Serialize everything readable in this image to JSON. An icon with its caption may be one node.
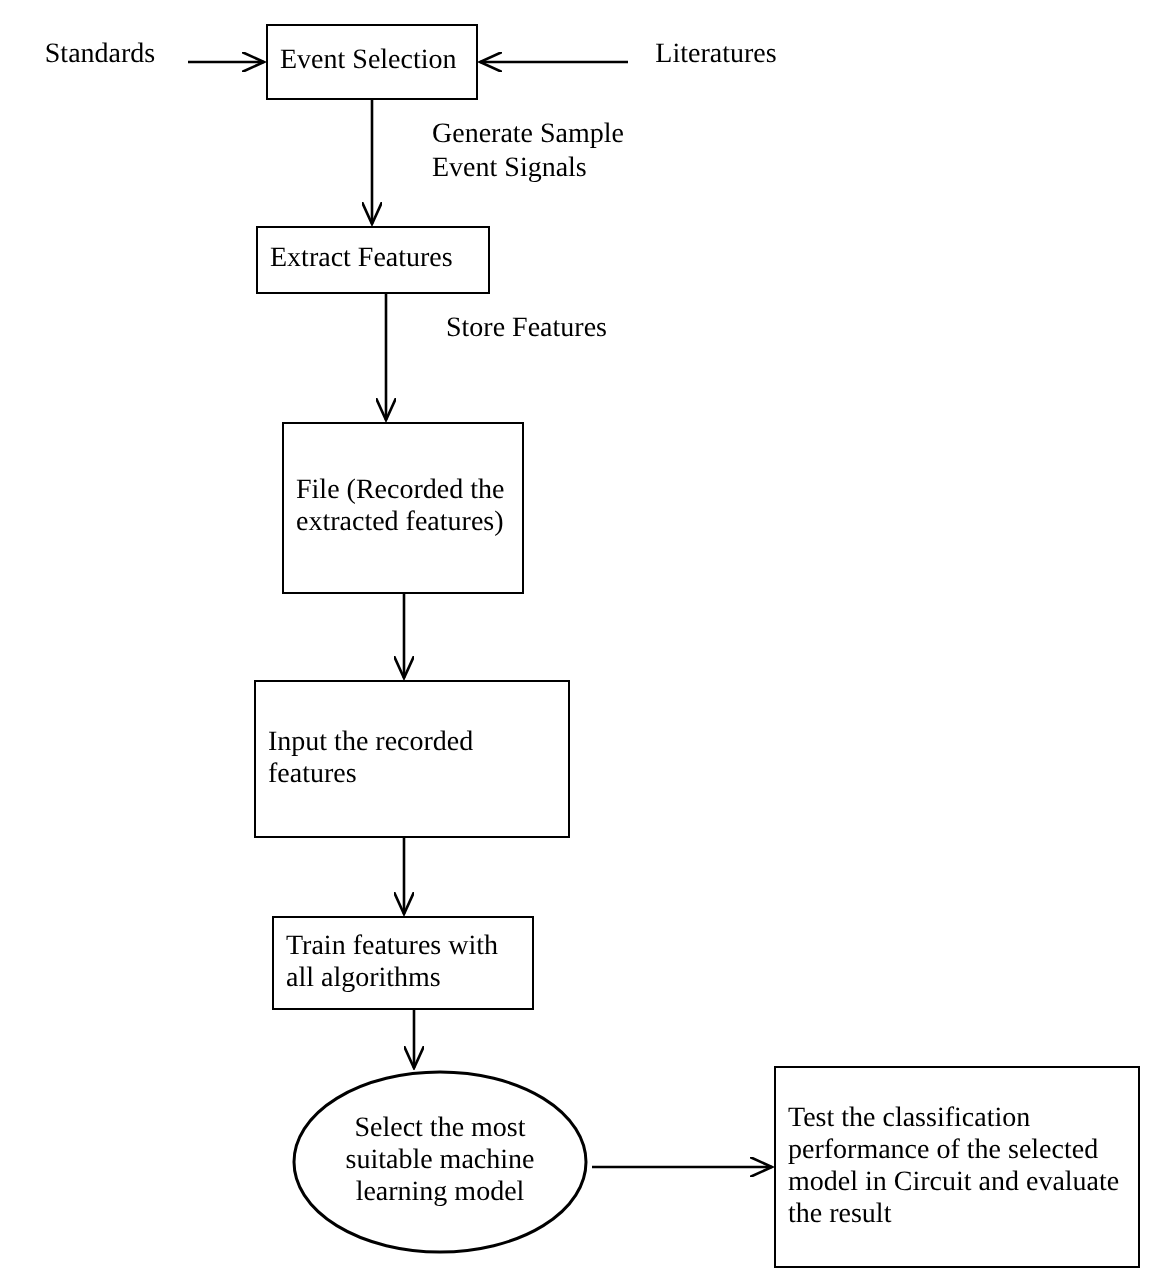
{
  "diagram": {
    "nodes": [
      {
        "text": [
          "Standards"
        ]
      },
      {
        "text": [
          "Event Selection"
        ]
      },
      {
        "text": [
          "Literatures"
        ]
      },
      {
        "text": [
          "Extract Features"
        ]
      },
      {
        "text": [
          "File (Recorded the extracted features)"
        ]
      },
      {
        "text": [
          "Input the recorded features"
        ]
      },
      {
        "text": [
          "Train features with all algorithms"
        ]
      },
      {
        "text": [
          "Select the most suitable machine learning model"
        ]
      },
      {
        "text": [
          "Test the classification performance of the selected model in Circuit and evaluate the result"
        ]
      }
    ],
    "edges": [
      {
        "from": 0,
        "to": 1,
        "arrow": "to"
      },
      {
        "from": 2,
        "to": 1,
        "arrow": "to"
      },
      {
        "from": 1,
        "to": 3,
        "arrow": "to",
        "label": "Generate Sample Event Signals"
      },
      {
        "from": 3,
        "to": 4,
        "arrow": "to",
        "label": "Store Features"
      },
      {
        "from": 4,
        "to": 5,
        "arrow": "to"
      },
      {
        "from": 5,
        "to": 6,
        "arrow": "to"
      },
      {
        "from": 6,
        "to": 7,
        "arrow": "to"
      },
      {
        "from": 7,
        "to": 8,
        "arrow": "to"
      }
    ]
  }
}
